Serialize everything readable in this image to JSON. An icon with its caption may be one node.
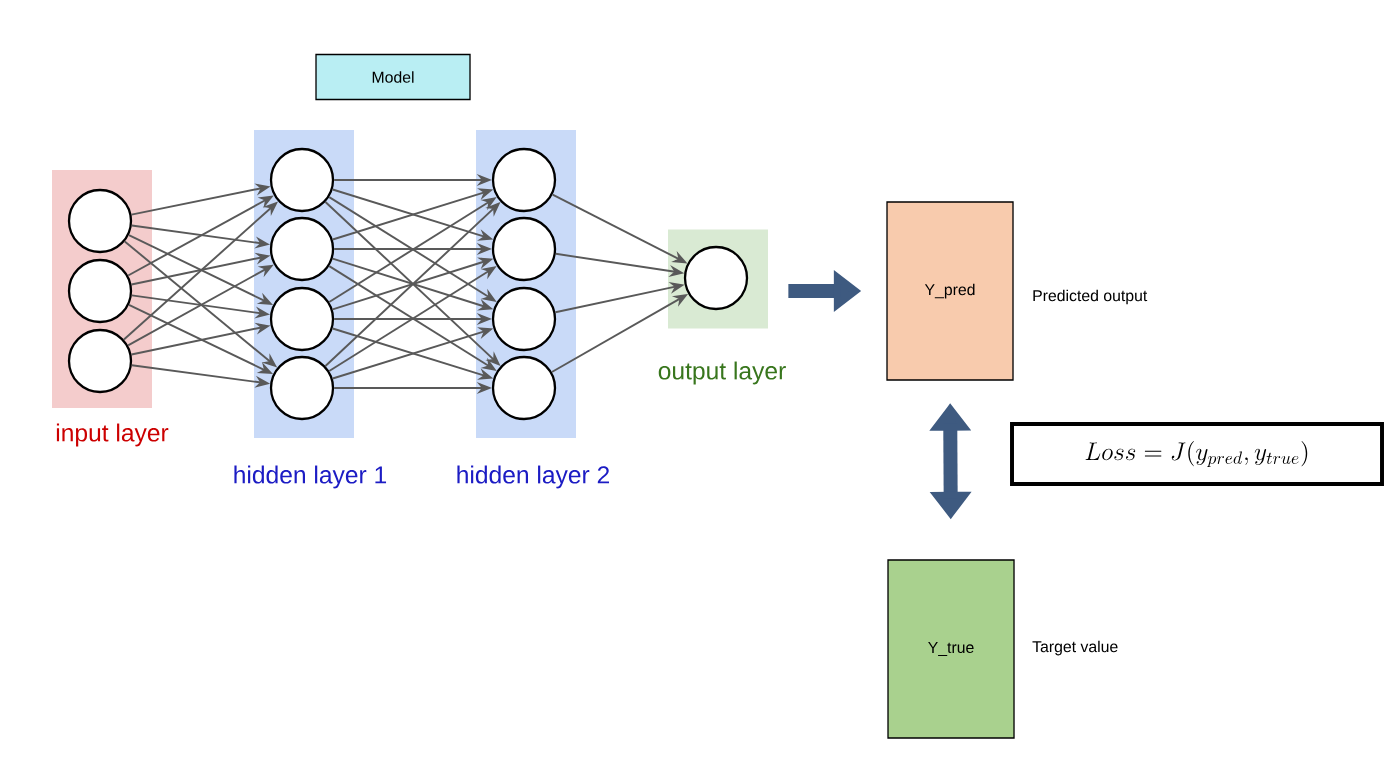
{
  "diagram": {
    "nodes": [
      {
        "text": [
          "Model"
        ]
      },
      {
        "text": [
          "input layer"
        ]
      },
      {
        "text": [],
        "shape": "circle",
        "in": 1
      },
      {
        "text": [],
        "shape": "circle",
        "in": 1
      },
      {
        "text": [],
        "shape": "circle",
        "in": 1
      },
      {
        "text": [
          "hidden layer 1"
        ]
      },
      {
        "text": [],
        "shape": "circle",
        "in": 5
      },
      {
        "text": [],
        "shape": "circle",
        "in": 5
      },
      {
        "text": [],
        "shape": "circle",
        "in": 5
      },
      {
        "text": [],
        "shape": "circle",
        "in": 5
      },
      {
        "text": [
          "hidden layer 2"
        ]
      },
      {
        "text": [],
        "shape": "circle",
        "in": 10
      },
      {
        "text": [],
        "shape": "circle",
        "in": 10
      },
      {
        "text": [],
        "shape": "circle",
        "in": 10
      },
      {
        "text": [],
        "shape": "circle",
        "in": 10
      },
      {
        "text": [
          "output layer"
        ]
      },
      {
        "text": [],
        "shape": "circle",
        "in": 15
      },
      {
        "text": [
          "Y_pred"
        ],
        "beside": [
          "Predicted output"
        ]
      },
      {
        "text": [
          "Loss = J(y_{pred}, y_{true})"
        ]
      },
      {
        "text": [
          "Y_true"
        ],
        "beside": [
          "Target value"
        ]
      }
    ],
    "edges": [
      {
        "from": 2,
        "to": 6,
        "arrow": "to"
      },
      {
        "from": 2,
        "to": 7,
        "arrow": "to"
      },
      {
        "from": 2,
        "to": 8,
        "arrow": "to"
      },
      {
        "from": 2,
        "to": 9,
        "arrow": "to"
      },
      {
        "from": 3,
        "to": 6,
        "arrow": "to"
      },
      {
        "from": 3,
        "to": 7,
        "arrow": "to"
      },
      {
        "from": 3,
        "to": 8,
        "arrow": "to"
      },
      {
        "from": 3,
        "to": 9,
        "arrow": "to"
      },
      {
        "from": 4,
        "to": 6,
        "arrow": "to"
      },
      {
        "from": 4,
        "to": 7,
        "arrow": "to"
      },
      {
        "from": 4,
        "to": 8,
        "arrow": "to"
      },
      {
        "from": 4,
        "to": 9,
        "arrow": "to"
      },
      {
        "from": 6,
        "to": 11,
        "arrow": "to"
      },
      {
        "from": 6,
        "to": 12,
        "arrow": "to"
      },
      {
        "from": 6,
        "to": 13,
        "arrow": "to"
      },
      {
        "from": 6,
        "to": 14,
        "arrow": "to"
      },
      {
        "from": 7,
        "to": 11,
        "arrow": "to"
      },
      {
        "from": 7,
        "to": 12,
        "arrow": "to"
      },
      {
        "from": 7,
        "to": 13,
        "arrow": "to"
      },
      {
        "from": 7,
        "to": 14,
        "arrow": "to"
      },
      {
        "from": 8,
        "to": 11,
        "arrow": "to"
      },
      {
        "from": 8,
        "to": 12,
        "arrow": "to"
      },
      {
        "from": 8,
        "to": 13,
        "arrow": "to"
      },
      {
        "from": 8,
        "to": 14,
        "arrow": "to"
      },
      {
        "from": 9,
        "to": 11,
        "arrow": "to"
      },
      {
        "from": 9,
        "to": 12,
        "arrow": "to"
      },
      {
        "from": 9,
        "to": 13,
        "arrow": "to"
      },
      {
        "from": 9,
        "to": 14,
        "arrow": "to"
      },
      {
        "from": 11,
        "to": 16,
        "arrow": "to"
      },
      {
        "from": 12,
        "to": 16,
        "arrow": "to"
      },
      {
        "from": 13,
        "to": 16,
        "arrow": "to"
      },
      {
        "from": 14,
        "to": 16,
        "arrow": "to"
      },
      {
        "from": 15,
        "to": 17,
        "arrow": "to",
        "style": "thick",
        "color": "#3e5a80"
      },
      {
        "from": 17,
        "to": 19,
        "arrow": "both",
        "style": "thick",
        "color": "#3e5a80"
      }
    ]
  }
}
